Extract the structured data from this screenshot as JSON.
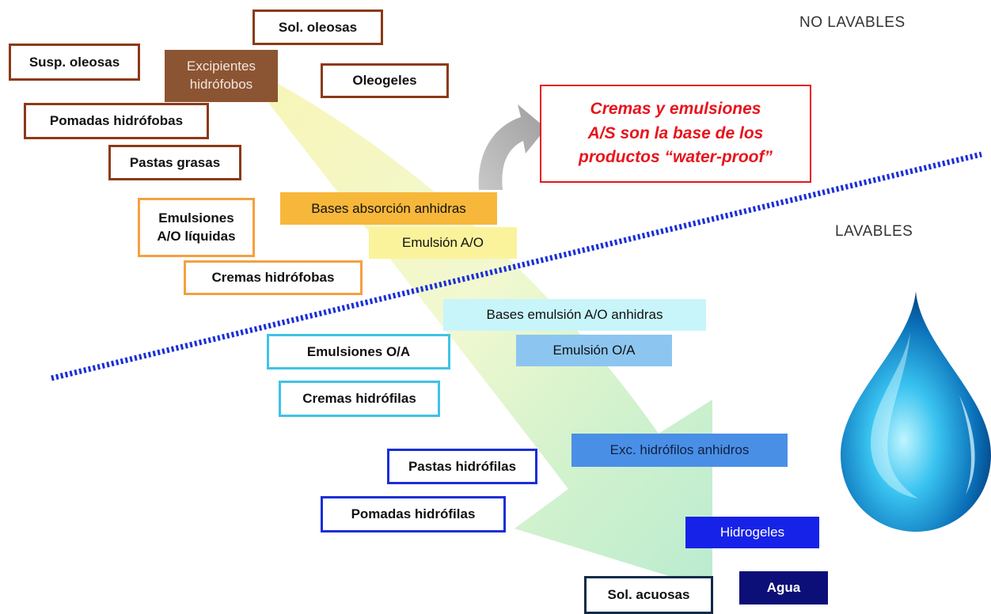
{
  "header": {
    "no_lavables": "NO LAVABLES",
    "lavables": "LAVABLES"
  },
  "callout": {
    "line1": "Cremas y emulsiones",
    "line2": "A/S son la base de los",
    "line3": "productos “water-proof”"
  },
  "nodes": {
    "sol_oleosas": "Sol. oleosas",
    "susp_oleosas": "Susp. oleosas",
    "excipientes_line1": "Excipientes",
    "excipientes_line2": "hidrófobos",
    "oleogeles": "Oleogeles",
    "pomadas_hidrofobas": "Pomadas hidrófobas",
    "pastas_grasas": "Pastas grasas",
    "bases_absorcion": "Bases absorción anhidras",
    "emulsiones_ao_line1": "Emulsiones",
    "emulsiones_ao_line2": "A/O líquidas",
    "emulsion_ao": "Emulsión A/O",
    "cremas_hidrofobas": "Cremas hidrófobas",
    "bases_emulsion_ao": "Bases emulsión A/O anhidras",
    "emulsiones_oa": "Emulsiones O/A",
    "emulsion_oa": "Emulsión O/A",
    "cremas_hidrofilas": "Cremas hidrófilas",
    "exc_hidrofilos": "Exc. hidrófilos anhidros",
    "pastas_hidrofilas": "Pastas hidrófilas",
    "pomadas_hidrofilas": "Pomadas hidrófilas",
    "hidrogeles": "Hidrogeles",
    "sol_acuosas": "Sol. acuosas",
    "agua": "Agua"
  },
  "colors": {
    "brown": "#8b3a18",
    "excipientes_fill": "#8b5533",
    "orange": "#f5a040",
    "bases_absorcion_fill": "#f7b73a",
    "emulsion_ao_fill": "#fbf39c",
    "cyan": "#3fc3e6",
    "bases_emulsion_fill": "#c8f5fa",
    "emulsion_oa_fill": "#8cc6f0",
    "exc_hidrofilos_fill": "#4a8fe6",
    "blue": "#1a2ed8",
    "hidrogeles_fill": "#1722e8",
    "agua_fill": "#0d0f78",
    "navy": "#0f2a4a",
    "callout_red": "#e8141c",
    "dotted_line": "#1a2ed8"
  },
  "icons": [
    "curved-arrow-icon",
    "water-drop-icon"
  ]
}
